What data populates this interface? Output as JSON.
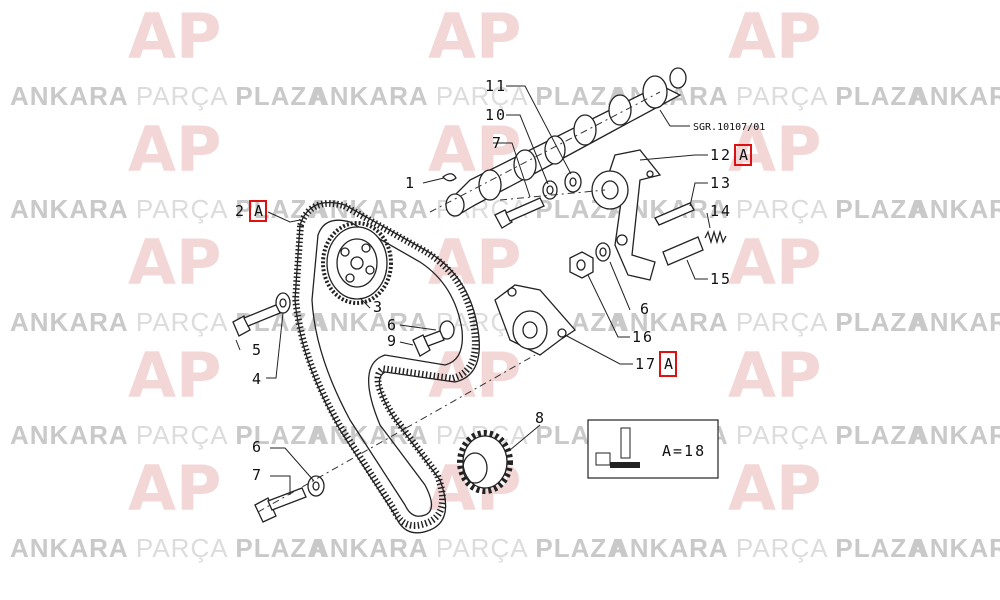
{
  "watermark": {
    "word_1": "ANKARA",
    "word_2": "PARÇA",
    "word_3": "PLAZA",
    "logo": "AP"
  },
  "diagram_ref": "SGR.10107/01",
  "callouts": {
    "c1": "1",
    "c2": "2",
    "c3": "3",
    "c4": "4",
    "c5": "5",
    "c6a": "6",
    "c6b": "6",
    "c6c": "6",
    "c7a": "7",
    "c7b": "7",
    "c8": "8",
    "c9": "9",
    "c10": "10",
    "c11": "11",
    "c12": "12",
    "c13": "13",
    "c14": "14",
    "c15": "15",
    "c16": "16",
    "c17": "17"
  },
  "variant_marks": {
    "m2": "A",
    "m12": "A",
    "m17": "A"
  },
  "legend": {
    "text": "A=18"
  },
  "colors": {
    "highlight": "#dd1111",
    "watermark_logo": "#f3d7d7",
    "watermark_text": "#c9c9c9"
  }
}
